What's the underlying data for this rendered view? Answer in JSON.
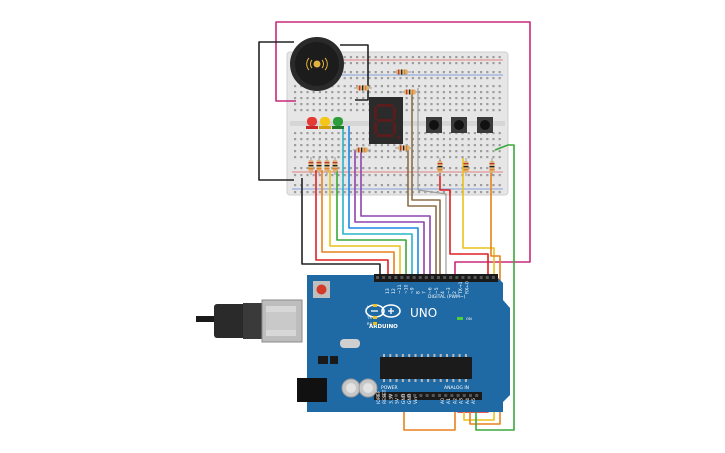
{
  "board": {
    "model": "UNO",
    "brand": "ARDUINO",
    "digital_header": "DIGITAL (PWM~)",
    "power_header": "POWER",
    "analog_header": "ANALOG IN",
    "aref": "AREF",
    "gnd": "GND",
    "tx": "TX",
    "rx": "RX",
    "on": "ON",
    "l": "L",
    "digital_pins": [
      "13",
      "12",
      "~11",
      "~10",
      "~9",
      "8",
      "7",
      "~6",
      "~5",
      "4",
      "~3",
      "2",
      "TX→1",
      "RX←0"
    ],
    "power_pins": [
      "IOREF",
      "RESET",
      "3.3V",
      "5V",
      "GND",
      "GND",
      "Vin"
    ],
    "analog_pins": [
      "A0",
      "A1",
      "A2",
      "A3",
      "A4",
      "A5"
    ]
  },
  "components": {
    "buzzer": "piezo-buzzer",
    "display": "seven-segment-display",
    "display_digit": "9",
    "led_colors": [
      "#e53935",
      "#f5c518",
      "#2e9e3a"
    ],
    "button_count": 3
  },
  "colors": {
    "board": "#1f6aa5",
    "breadboard": "#e9e9e9",
    "wire_magenta": "#c8287a",
    "wire_black": "#222222",
    "wire_red": "#e02020",
    "wire_orange": "#e8821e",
    "wire_yellow": "#e8c21a",
    "wire_green": "#3aa83a",
    "wire_blue": "#1e88e5",
    "wire_cyan": "#26b5c8",
    "wire_purple": "#8e44ad",
    "wire_brown": "#8d6e4a",
    "wire_gray": "#9e9e9e"
  }
}
